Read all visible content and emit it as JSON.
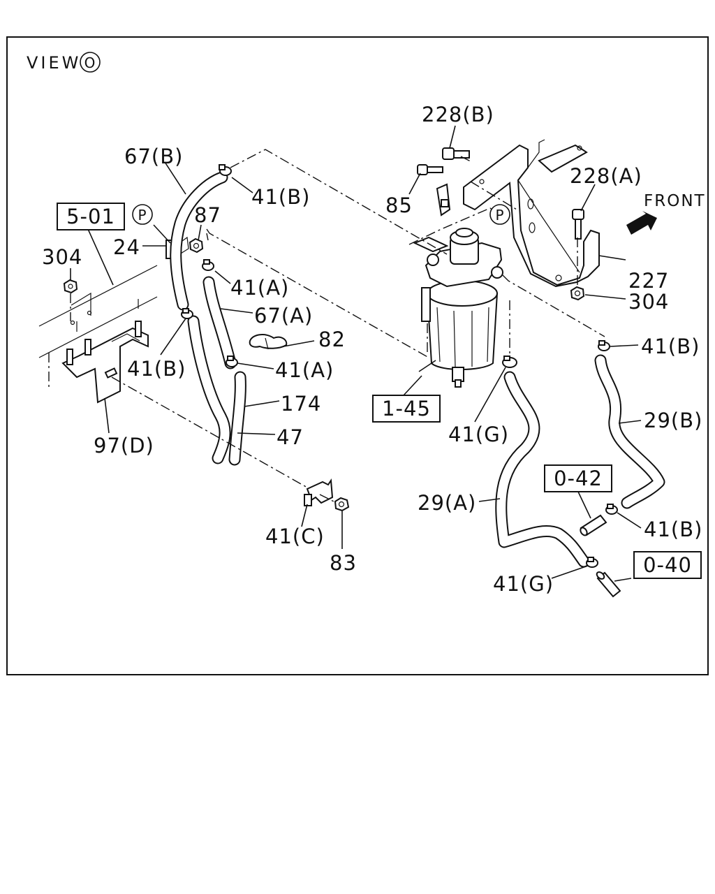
{
  "view": {
    "label": "VIEW",
    "marker": "O"
  },
  "direction": {
    "label": "FRONT"
  },
  "callouts": {
    "c67b": "67(B)",
    "c41b_top": "41(B)",
    "c228b": "228(B)",
    "c228a": "228(A)",
    "c85": "85",
    "p_marker_left": "P",
    "p_marker_right": "P",
    "c87": "87",
    "c24": "24",
    "c304_left": "304",
    "c41a_top": "41(A)",
    "c67a": "67(A)",
    "c82": "82",
    "c41b_left": "41(B)",
    "c41a_mid": "41(A)",
    "c174": "174",
    "c47": "47",
    "c97d": "97(D)",
    "c41c": "41(C)",
    "c83": "83",
    "c227": "227",
    "c304_right": "304",
    "c41b_right": "41(B)",
    "c41g_top": "41(G)",
    "c29b": "29(B)",
    "c29a": "29(A)",
    "c41b_bottom": "41(B)",
    "c41g_bottom": "41(G)"
  },
  "references": {
    "r501": "5-01",
    "r145": "1-45",
    "r042": "0-42",
    "r040": "0-40"
  }
}
